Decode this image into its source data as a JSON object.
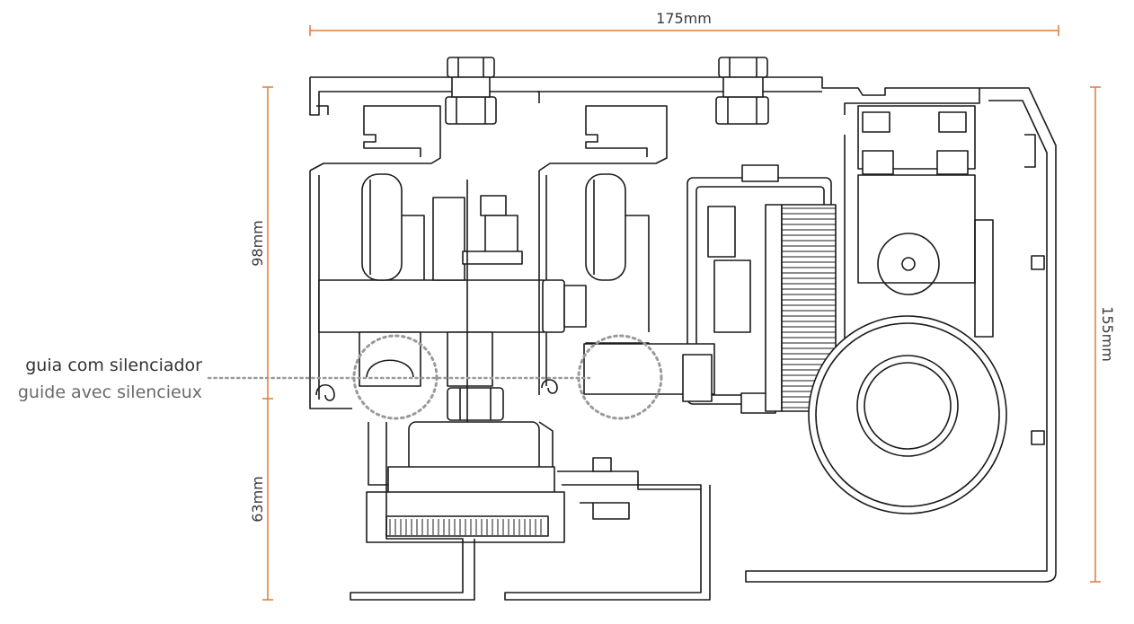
{
  "dimensions": {
    "width": "175mm",
    "height_left_upper": "98mm",
    "height_left_lower": "63mm",
    "height_right": "155mm"
  },
  "callout": {
    "label_pt": "guia com silenciador",
    "label_fr": "guide avec silencieux"
  },
  "colors": {
    "dimension_line": "#e07a3a",
    "drawing_stroke": "#1a1a1a",
    "callout_dots": "#9a9a9a"
  }
}
